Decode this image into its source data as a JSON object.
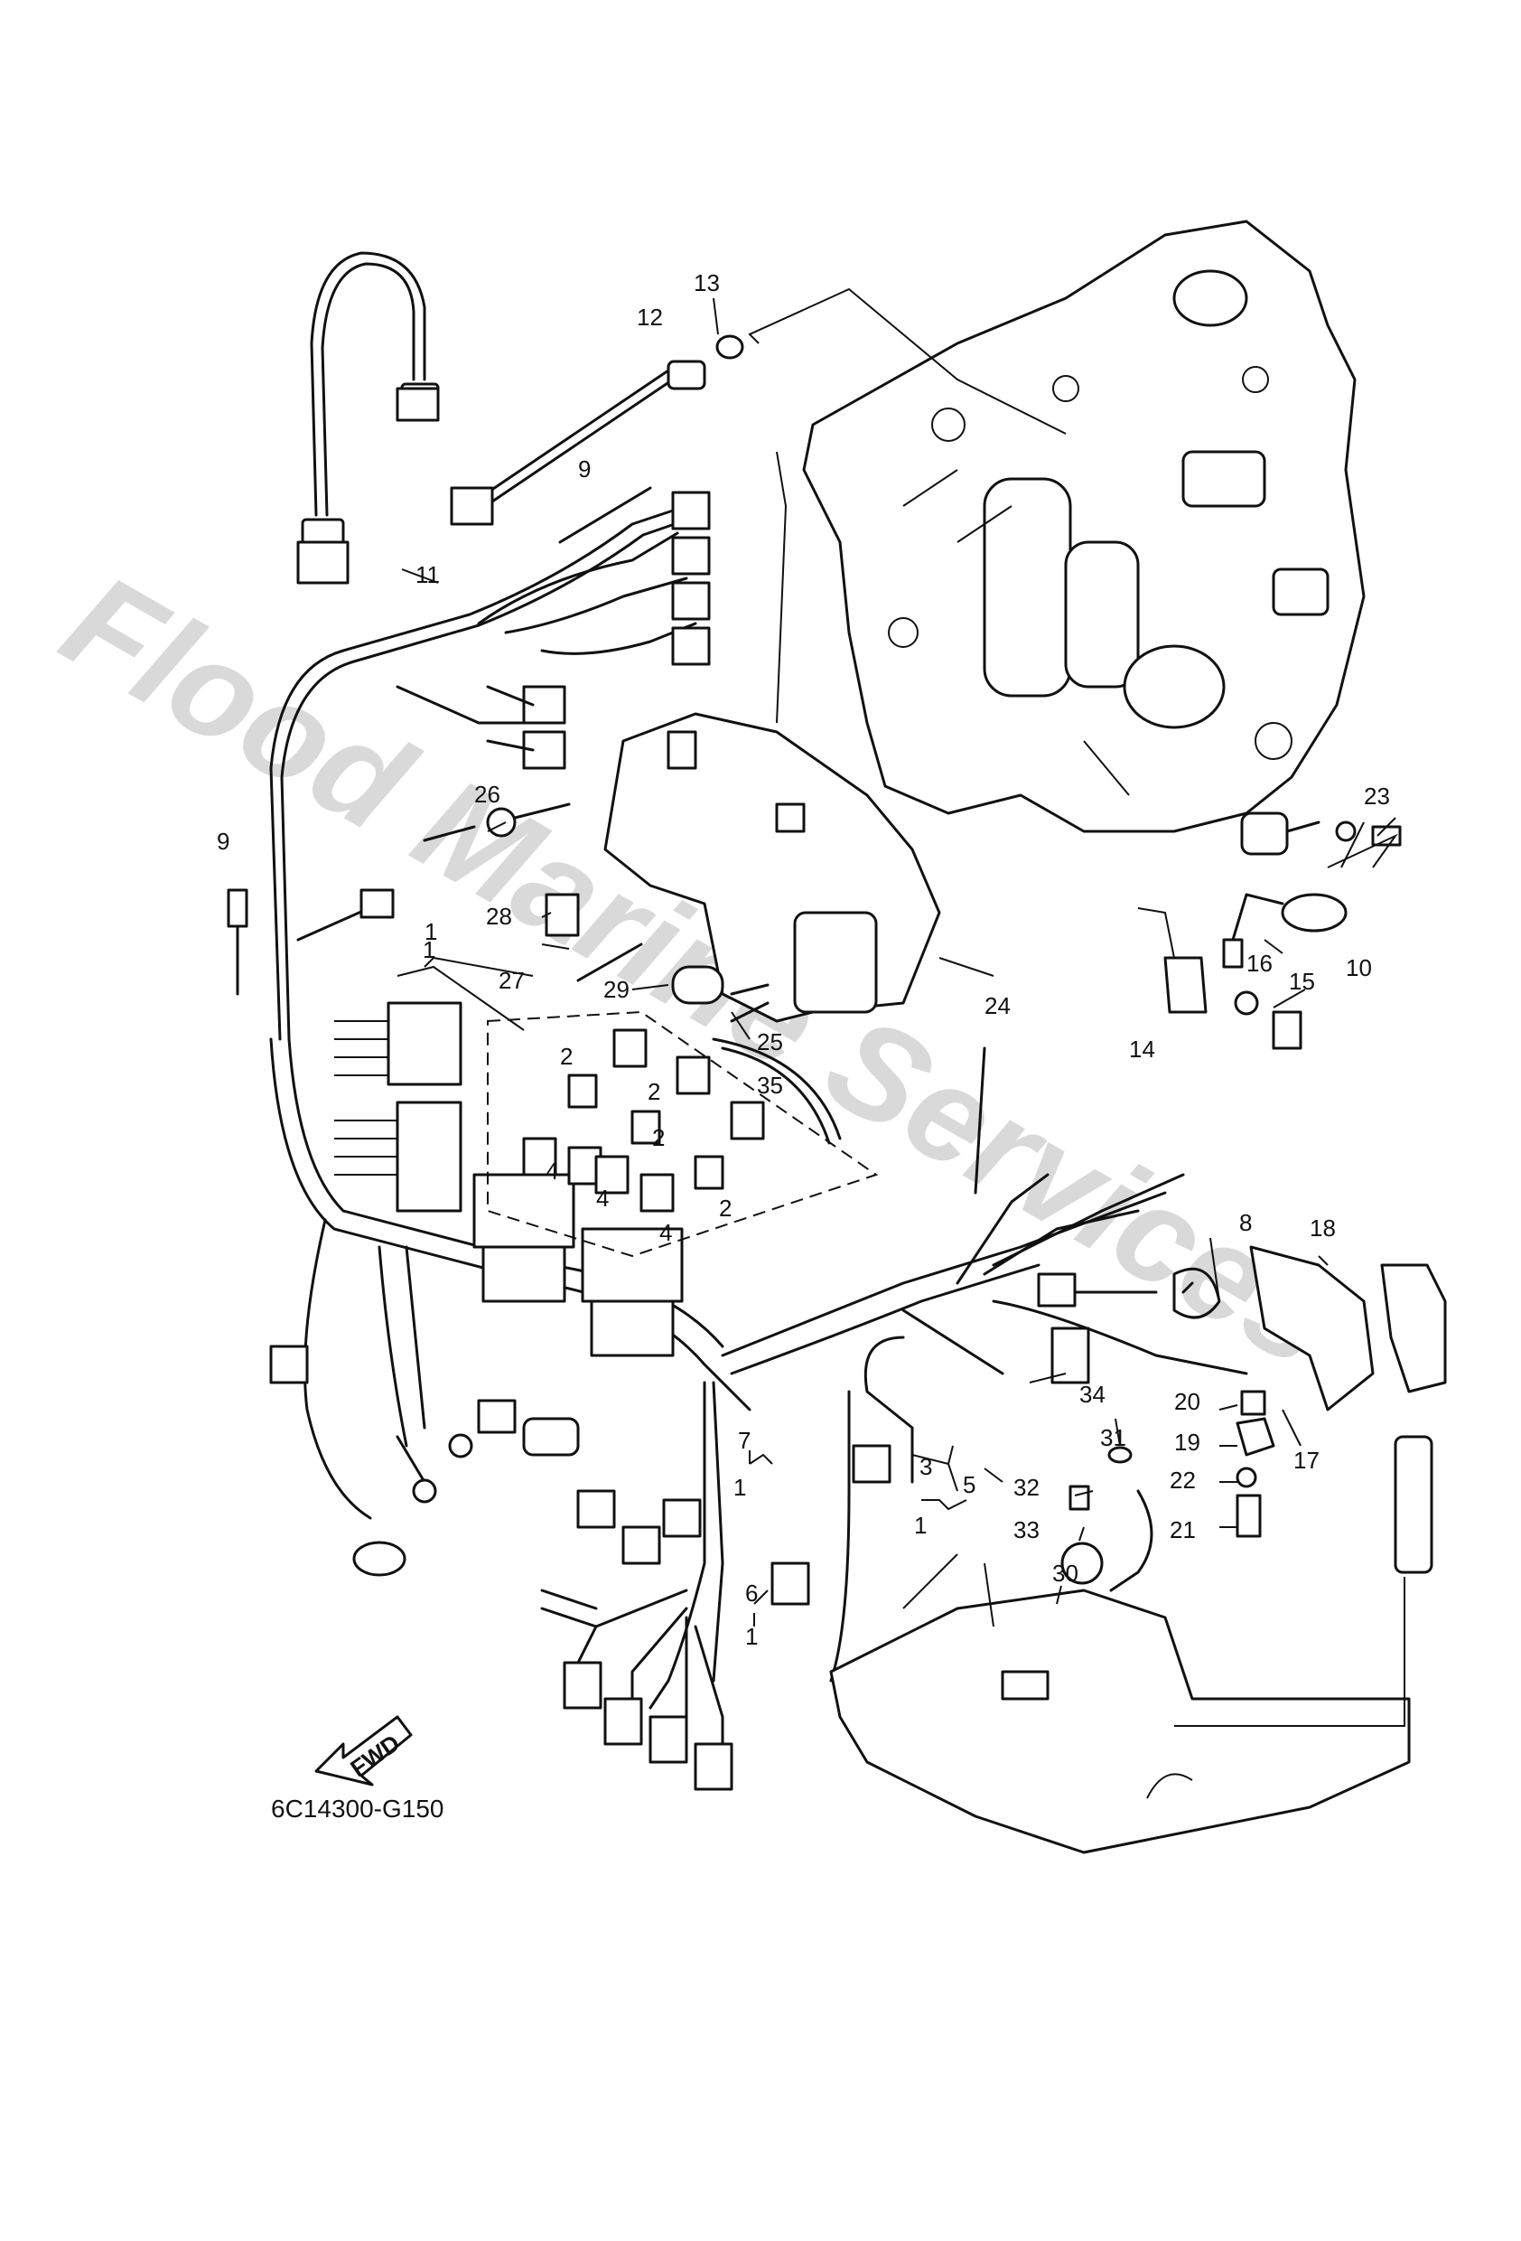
{
  "diagram": {
    "code": "6C14300-G150",
    "watermark": "Flood Marine Services",
    "fwd_label": "FWD",
    "callouts": [
      "1",
      "1",
      "1",
      "1",
      "1",
      "2",
      "2",
      "2",
      "2",
      "3",
      "4",
      "4",
      "4",
      "5",
      "6",
      "7",
      "8",
      "9",
      "9",
      "10",
      "11",
      "12",
      "13",
      "14",
      "15",
      "16",
      "17",
      "18",
      "19",
      "20",
      "21",
      "22",
      "23",
      "24",
      "25",
      "26",
      "27",
      "28",
      "29",
      "30",
      "31",
      "32",
      "33",
      "34",
      "35"
    ]
  }
}
